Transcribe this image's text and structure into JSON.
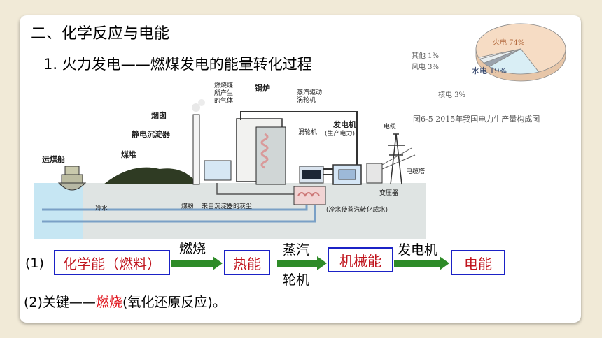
{
  "heading": "二、化学反应与电能",
  "subheading": "1. 火力发电——燃煤发电的能量转化过程",
  "diagram_labels": {
    "burn_gas": [
      "燃烧煤",
      "所产生",
      "的气体"
    ],
    "boiler": "锅炉",
    "steam_drive": [
      "蒸汽驱动",
      "涡轮机"
    ],
    "chimney": "烟囱",
    "precipitator": "静电沉淀器",
    "coal_pile": "煤堆",
    "coal_ship": "运煤船",
    "turbine": "涡轮机",
    "generator": "发电机",
    "generator_sub": "(生产电力)",
    "cable": "电缆",
    "cable_tower": "电缆塔",
    "transformer": "变压器",
    "cold_water": "冷水",
    "coal_ash": "煤粉",
    "ash_from": "来自沉淀器的灰尘",
    "condense": "(冷水使蒸汽转化成水)"
  },
  "chart_data": {
    "type": "pie",
    "title": "图6-5  2015年我国电力生产量构成图",
    "categories": [
      "火电",
      "水电",
      "核电",
      "风电",
      "其他"
    ],
    "values": [
      74,
      19,
      3,
      3,
      1
    ],
    "labels": [
      "火电 74%",
      "水电 19%",
      "核电 3%",
      "风电 3%",
      "其他 1%"
    ],
    "colors": [
      "#f6dcc4",
      "#d9eef5",
      "#9aa2ac",
      "#e8eef0",
      "#f5f5f5"
    ]
  },
  "flow": {
    "prefix": "(1)",
    "boxes": [
      "化学能（燃料）",
      "热能",
      "机械能",
      "电能"
    ],
    "arrows": [
      {
        "top": "燃烧",
        "bottom": ""
      },
      {
        "top": "蒸汽",
        "bottom": "轮机"
      },
      {
        "top": "发电机",
        "bottom": ""
      }
    ]
  },
  "key": {
    "prefix": "(2)关键——",
    "highlight": "燃烧",
    "suffix": "(氧化还原反应)。",
    "highlight_color": "#e0141d"
  }
}
